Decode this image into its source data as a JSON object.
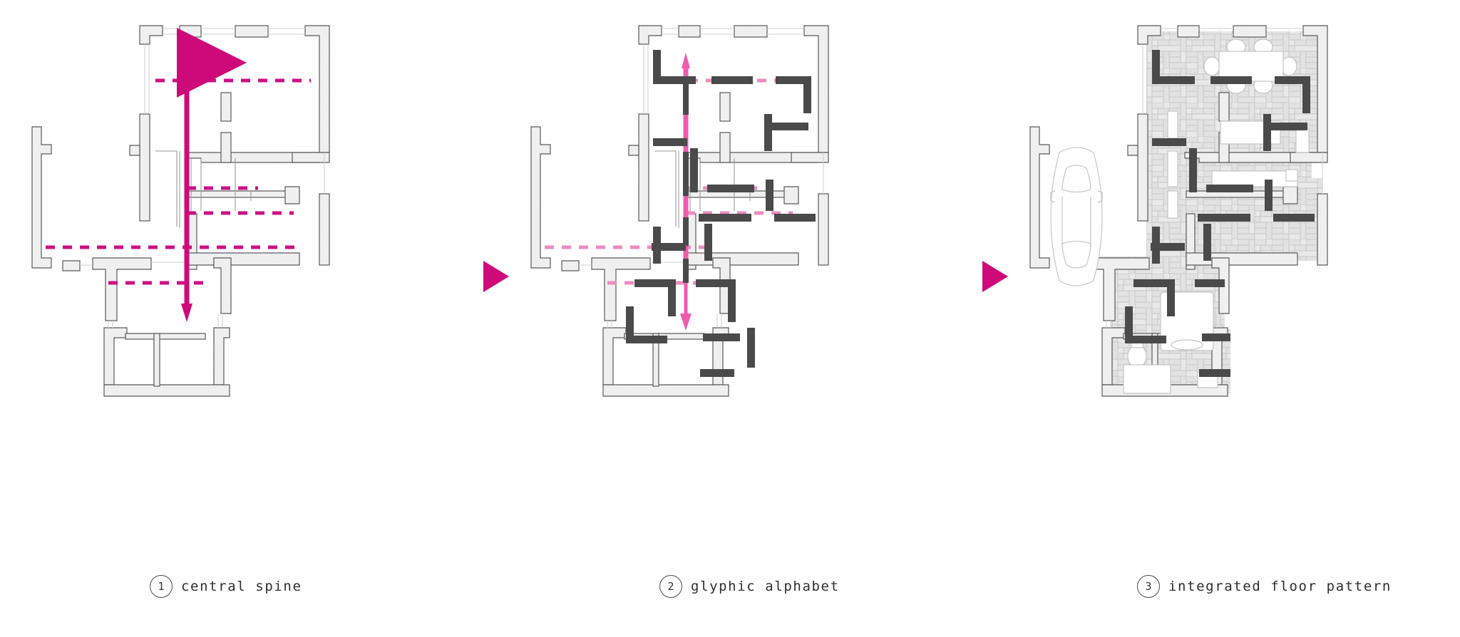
{
  "figure": {
    "kind": "architectural-diagram",
    "title_visible": false,
    "background": "#ffffff",
    "panel_count": 3
  },
  "colors": {
    "magenta_strong": "#CE0A7A",
    "magenta_dash": "#CC1184",
    "pink_soft": "#F05BB0",
    "pink_dash_soft": "#EE8BC4",
    "glyph_dark": "#4A4A4A",
    "wall_fill": "#F2F2F2",
    "wall_stroke": "#5A5A5A",
    "thin_line": "#BFBFBF",
    "parquet_fill": "#E6E6E6",
    "parquet_line": "#CFCFCF",
    "furniture_stroke": "#C8C8C8",
    "text": "#2E2E2E"
  },
  "separators": [
    {
      "name": "arrow-1-to-2",
      "glyph": "play-triangle",
      "color": "#CE0A7A"
    },
    {
      "name": "arrow-2-to-3",
      "glyph": "play-triangle",
      "color": "#CE0A7A"
    }
  ],
  "panels": [
    {
      "id": 1,
      "number": "1",
      "caption": "central spine",
      "content": "Floor plan outline with a single bold magenta double-headed vertical arrow (the central spine) running the full height of the plan, crossed by five horizontal magenta dashed lines.",
      "spine": {
        "type": "double-headed-arrow",
        "orientation": "vertical",
        "color": "#CE0A7A"
      },
      "dashed_lines": 5
    },
    {
      "id": 2,
      "number": "2",
      "caption": "glyphic alphabet",
      "content": "Same floor plan with thick dark-gray glyph bars (straight, L-shaped and Z-shaped segments) distributed across the rooms; the vertical spine is now segmented alternating dark gray and pink, and the dashed lines are soft pink and interrupted by glyph bars.",
      "spine": {
        "type": "segmented-arrow",
        "orientation": "vertical",
        "colors": [
          "#4A4A4A",
          "#F05BB0"
        ]
      },
      "dashed_lines": 4
    },
    {
      "id": 3,
      "number": "3",
      "caption": "integrated floor pattern",
      "content": "Same floor plan filled with a herringbone parquet floor pattern; the dark glyph bars are absorbed into the parquet as dark planks. Furniture is shown: dining table with chairs, sofa, bed, toilet, washbasin, and a car parked outside to the left.",
      "furniture": [
        "dining-table",
        "chairs",
        "sofa",
        "bed",
        "toilet",
        "washbasin",
        "car"
      ],
      "floor_pattern": "herringbone-parquet"
    }
  ]
}
